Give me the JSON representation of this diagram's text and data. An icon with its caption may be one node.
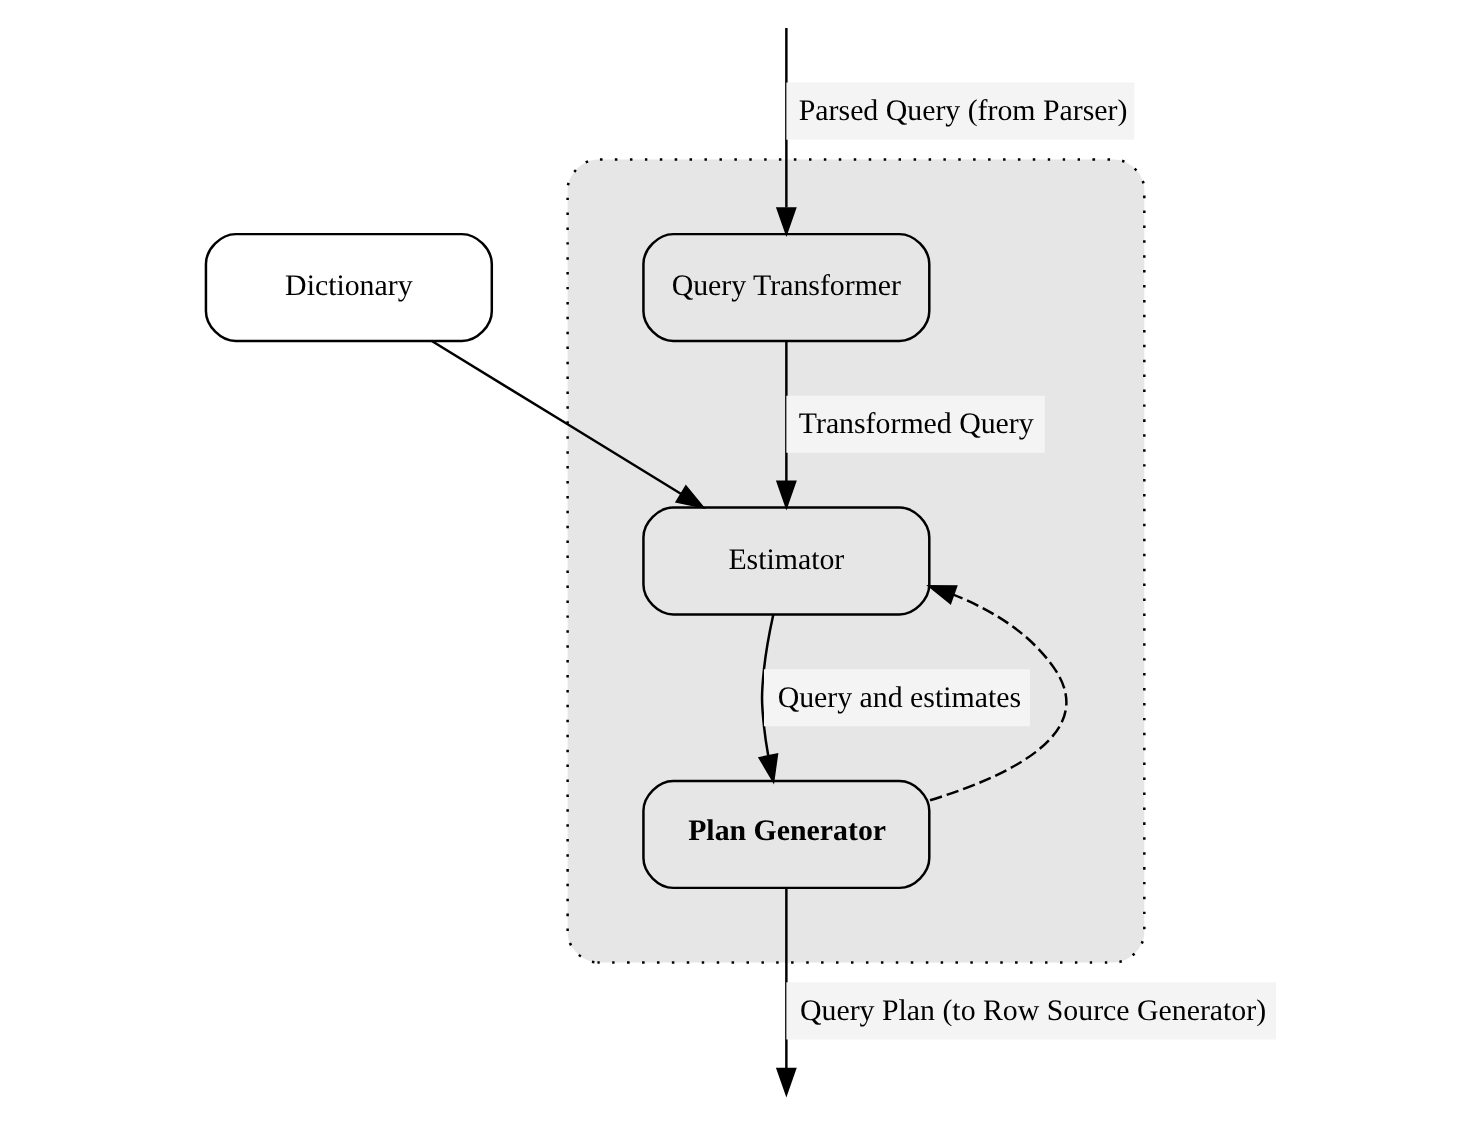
{
  "diagram": {
    "nodes": [
      {
        "text": [],
        "shape": "box"
      },
      {
        "text": [
          "Query Transformer"
        ],
        "in": 0
      },
      {
        "text": [
          "Estimator"
        ],
        "in": 0
      },
      {
        "text": [
          "Dictionary"
        ]
      },
      {
        "text": [
          "Plan Generator"
        ],
        "in": 0
      }
    ],
    "edges": [
      {
        "from": null,
        "to": 1,
        "arrow": "to",
        "label": "Parsed Query (from Parser)"
      },
      {
        "from": 1,
        "to": 2,
        "arrow": "to",
        "label": "Transformed Query"
      },
      {
        "from": 3,
        "to": 2,
        "arrow": "to"
      },
      {
        "from": 2,
        "to": 4,
        "arrow": "to",
        "label": "Query and estimates"
      },
      {
        "from": 4,
        "to": null,
        "arrow": "to",
        "label": "Query Plan (to Row Source Generator)"
      },
      {
        "from": 4,
        "to": 2,
        "arrow": "to",
        "style": "dashed"
      }
    ]
  }
}
